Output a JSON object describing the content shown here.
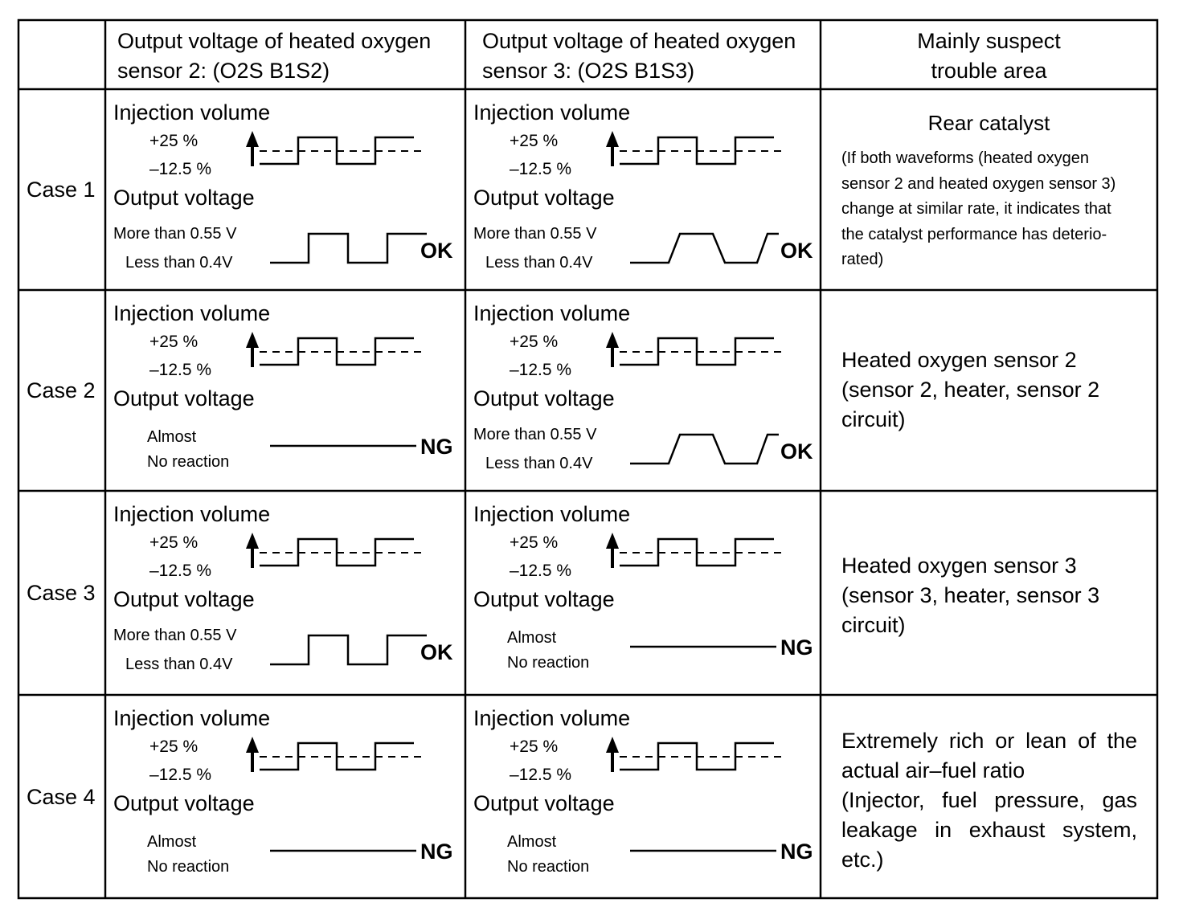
{
  "header": {
    "col_sensor2": [
      "Output voltage of heated oxygen",
      "sensor 2: (O2S B1S2)"
    ],
    "col_sensor3": [
      "Output voltage of heated oxygen",
      "sensor 3: (O2S B1S3)"
    ],
    "col_area": [
      "Mainly suspect",
      "trouble area"
    ]
  },
  "rows": [
    {
      "case": "Case 1",
      "s2": {
        "inj_label": "Injection volume",
        "inj_hi": "+25 %",
        "inj_lo": "–12.5 %",
        "out_label": "Output voltage",
        "line1": "More than 0.55 V",
        "line2": "Less than 0.4V",
        "verdict": "OK",
        "wave": "square"
      },
      "s3": {
        "inj_label": "Injection volume",
        "inj_hi": "+25 %",
        "inj_lo": "–12.5 %",
        "out_label": "Output voltage",
        "line1": "More than 0.55 V",
        "line2": "Less than 0.4V",
        "verdict": "OK",
        "wave": "trapezoid"
      },
      "area_title": "Rear catalyst",
      "area_note": [
        "(If both waveforms (heated oxygen",
        "sensor 2 and heated oxygen sensor 3)",
        "change at similar rate, it indicates that",
        "the catalyst performance has deterio-",
        "rated)"
      ]
    },
    {
      "case": "Case 2",
      "s2": {
        "inj_label": "Injection volume",
        "inj_hi": "+25 %",
        "inj_lo": "–12.5 %",
        "out_label": "Output voltage",
        "line1": "Almost",
        "line2": "No reaction",
        "verdict": "NG",
        "wave": "flat"
      },
      "s3": {
        "inj_label": "Injection volume",
        "inj_hi": "+25 %",
        "inj_lo": "–12.5 %",
        "out_label": "Output voltage",
        "line1": "More than 0.55 V",
        "line2": "Less than 0.4V",
        "verdict": "OK",
        "wave": "trapezoid"
      },
      "area_lines": [
        "Heated oxygen sensor 2",
        "(sensor 2, heater, sensor 2",
        "circuit)"
      ]
    },
    {
      "case": "Case 3",
      "s2": {
        "inj_label": "Injection volume",
        "inj_hi": "+25 %",
        "inj_lo": "–12.5 %",
        "out_label": "Output voltage",
        "line1": "More than 0.55 V",
        "line2": "Less than 0.4V",
        "verdict": "OK",
        "wave": "square"
      },
      "s3": {
        "inj_label": "Injection volume",
        "inj_hi": "+25 %",
        "inj_lo": "–12.5 %",
        "out_label": "Output voltage",
        "line1": "Almost",
        "line2": "No reaction",
        "verdict": "NG",
        "wave": "flat"
      },
      "area_lines": [
        "Heated oxygen sensor 3",
        "(sensor 3, heater, sensor 3",
        "circuit)"
      ]
    },
    {
      "case": "Case 4",
      "s2": {
        "inj_label": "Injection volume",
        "inj_hi": "+25 %",
        "inj_lo": "–12.5 %",
        "out_label": "Output voltage",
        "line1": "Almost",
        "line2": "No reaction",
        "verdict": "NG",
        "wave": "flat"
      },
      "s3": {
        "inj_label": "Injection volume",
        "inj_hi": "+25 %",
        "inj_lo": "–12.5 %",
        "out_label": "Output voltage",
        "line1": "Almost",
        "line2": "No reaction",
        "verdict": "NG",
        "wave": "flat"
      },
      "area_lines": [
        "Extremely rich or lean of the",
        "actual air–fuel ratio",
        "(Injector, fuel pressure, gas",
        "leakage in exhaust system,",
        "etc.)"
      ]
    }
  ]
}
